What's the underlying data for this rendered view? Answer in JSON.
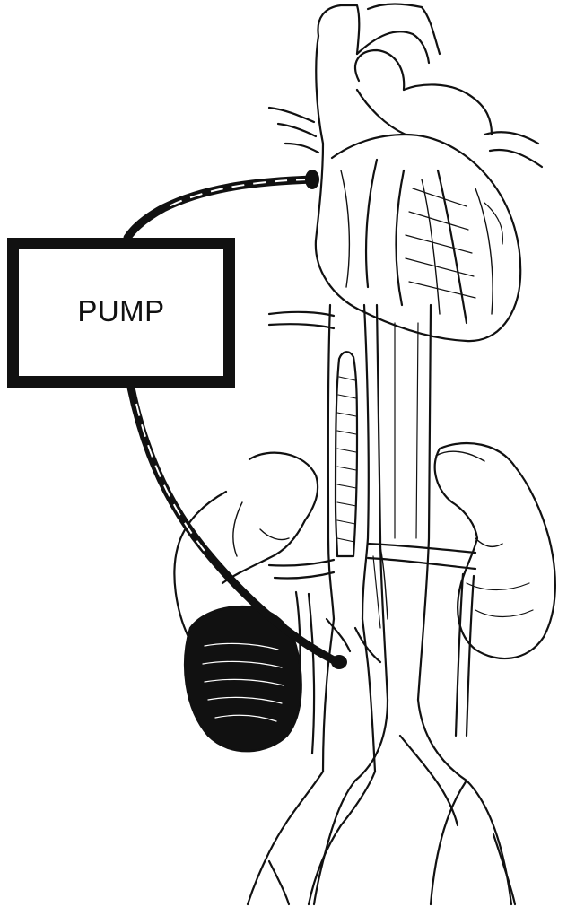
{
  "diagram": {
    "pump": {
      "label": "PUMP"
    },
    "colors": {
      "ink": "#111111",
      "paper": "#ffffff"
    },
    "parts": [
      "heart",
      "aorta",
      "vena-cava",
      "left-kidney",
      "right-kidney",
      "renal-tumor",
      "tumor-thrombus",
      "bypass-cannula-inflow",
      "bypass-cannula-outflow",
      "iliac-vessels"
    ]
  }
}
